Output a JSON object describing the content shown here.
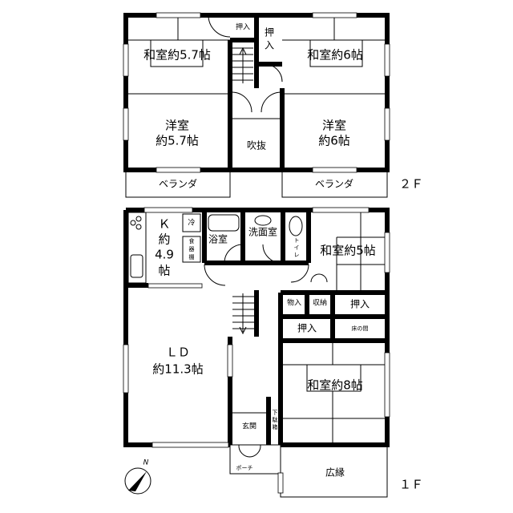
{
  "floor2": {
    "label": "２Ｆ",
    "rooms": {
      "washitsu_left": "和室約5.7帖",
      "washitsu_right": "和室約6帖",
      "yoshitsu_left_1": "洋室",
      "yoshitsu_left_2": "約5.7帖",
      "yoshitsu_right_1": "洋室",
      "yoshitsu_right_2": "約6帖",
      "fukinuke": "吹抜",
      "oshiire_small": "押入",
      "oshiire_right_1": "押",
      "oshiire_right_2": "入",
      "veranda_left": "ベランダ",
      "veranda_right": "ベランダ"
    }
  },
  "floor1": {
    "label": "１Ｆ",
    "rooms": {
      "kitchen_1": "Ｋ",
      "kitchen_2": "約",
      "kitchen_3": "4.9",
      "kitchen_4": "帖",
      "fridge": "冷",
      "cupboard_1": "食",
      "cupboard_2": "器",
      "cupboard_3": "棚",
      "bath": "浴室",
      "washroom": "洗面室",
      "toilet_1": "ト",
      "toilet_2": "イ",
      "toilet_3": "レ",
      "washitsu5": "和室約5帖",
      "monoire": "物入",
      "shuno": "収納",
      "oshiire_a": "押入",
      "oshiire_b": "押入",
      "tokonoma": "床の間",
      "ld_1": "ＬＤ",
      "ld_2": "約11.3帖",
      "washitsu8": "和室約8帖",
      "genkan": "玄関",
      "getabako_1": "下",
      "getabako_2": "駄",
      "getabako_3": "箱",
      "porch": "ポーチ",
      "hiroen": "広縁"
    }
  },
  "compass": {
    "label": "N"
  }
}
